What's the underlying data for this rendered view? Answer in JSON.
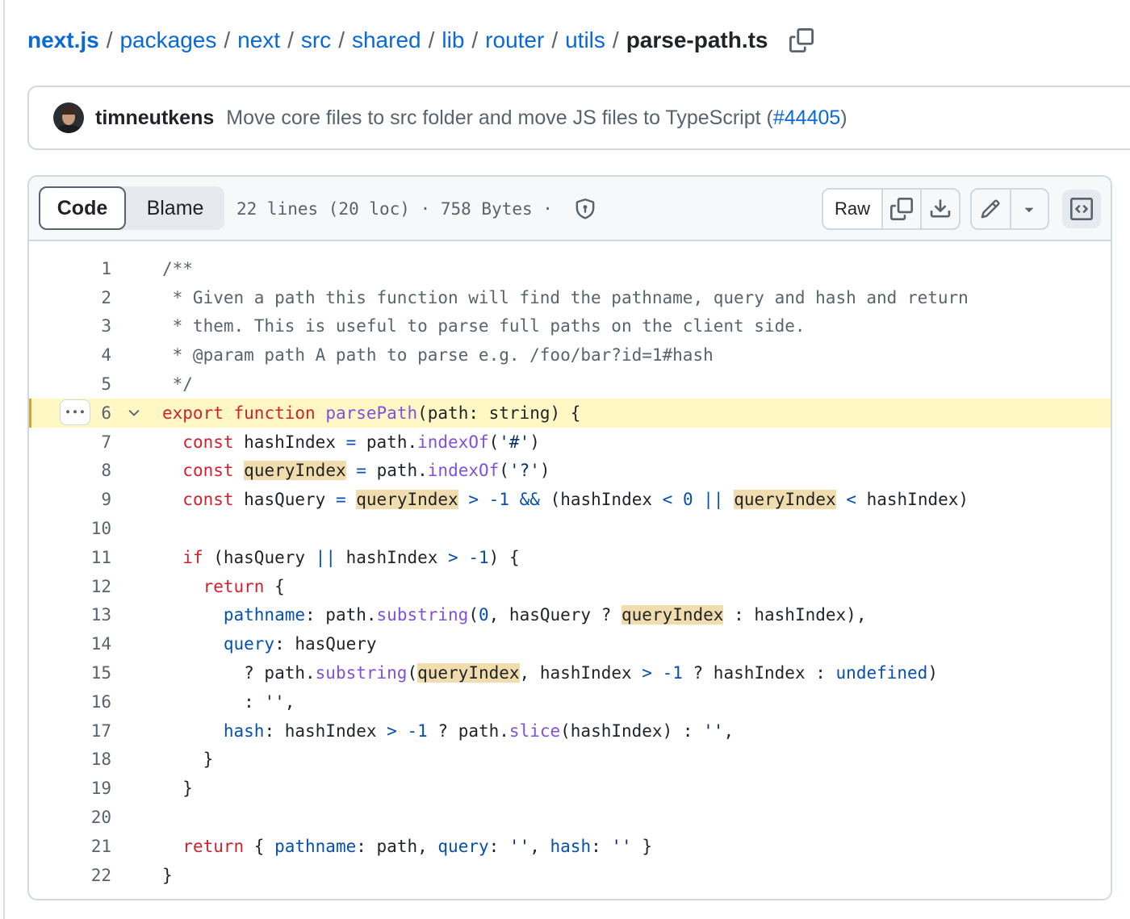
{
  "breadcrumb": {
    "parts": [
      "next.js",
      "packages",
      "next",
      "src",
      "shared",
      "lib",
      "router",
      "utils"
    ],
    "current": "parse-path.ts",
    "separator": "/"
  },
  "commit": {
    "author": "timneutkens",
    "message_prefix": "Move core files to src folder and move JS files to TypeScript (",
    "pr": "#44405",
    "message_suffix": ")"
  },
  "file": {
    "tabs": {
      "code": "Code",
      "blame": "Blame"
    },
    "info": "22 lines (20 loc) · 758 Bytes · ",
    "raw_label": "Raw",
    "highlighted_line": 6
  },
  "icons": [
    "copy-icon",
    "shield-icon",
    "download-icon",
    "pencil-icon",
    "triangle-down-icon",
    "code-square-icon",
    "kebab-horizontal-icon",
    "chevron-down-icon"
  ],
  "colors": {
    "link": "#0969da",
    "keyword": "#cf222e",
    "function": "#8250df",
    "constant": "#0550ae",
    "highlight_line_bg": "#fff8c5",
    "match_bg": "#f0dcad"
  },
  "code": [
    [
      [
        "/**",
        "c"
      ]
    ],
    [
      [
        " * Given a path this function will find the pathname, query and hash and return",
        "c"
      ]
    ],
    [
      [
        " * them. This is useful to parse full paths on the client side.",
        "c"
      ]
    ],
    [
      [
        " * @param path A path to parse e.g. /foo/bar?id=1#hash",
        "c"
      ]
    ],
    [
      [
        " */",
        "c"
      ]
    ],
    [
      [
        "export",
        "k"
      ],
      [
        " ",
        ""
      ],
      [
        "function",
        "k"
      ],
      [
        " ",
        ""
      ],
      [
        "parsePath",
        "f"
      ],
      [
        "(path: string) {",
        ""
      ]
    ],
    [
      [
        "  ",
        ""
      ],
      [
        "const",
        "k"
      ],
      [
        " hashIndex ",
        ""
      ],
      [
        "=",
        "b"
      ],
      [
        " path.",
        ""
      ],
      [
        "indexOf",
        "f"
      ],
      [
        "(",
        ""
      ],
      [
        "'#'",
        "s"
      ],
      [
        ")",
        ""
      ]
    ],
    [
      [
        "  ",
        ""
      ],
      [
        "const",
        "k"
      ],
      [
        " ",
        ""
      ],
      [
        "queryIndex",
        "m"
      ],
      [
        " ",
        ""
      ],
      [
        "=",
        "b"
      ],
      [
        " path.",
        ""
      ],
      [
        "indexOf",
        "f"
      ],
      [
        "(",
        ""
      ],
      [
        "'?'",
        "s"
      ],
      [
        ")",
        ""
      ]
    ],
    [
      [
        "  ",
        ""
      ],
      [
        "const",
        "k"
      ],
      [
        " hasQuery ",
        ""
      ],
      [
        "=",
        "b"
      ],
      [
        " ",
        ""
      ],
      [
        "queryIndex",
        "m"
      ],
      [
        " ",
        ""
      ],
      [
        ">",
        "b"
      ],
      [
        " ",
        ""
      ],
      [
        "-1",
        "b"
      ],
      [
        " ",
        ""
      ],
      [
        "&&",
        "b"
      ],
      [
        " (hashIndex ",
        ""
      ],
      [
        "<",
        "b"
      ],
      [
        " ",
        ""
      ],
      [
        "0",
        "b"
      ],
      [
        " ",
        ""
      ],
      [
        "||",
        "b"
      ],
      [
        " ",
        ""
      ],
      [
        "queryIndex",
        "m"
      ],
      [
        " ",
        ""
      ],
      [
        "<",
        "b"
      ],
      [
        " hashIndex)",
        ""
      ]
    ],
    [],
    [
      [
        "  ",
        ""
      ],
      [
        "if",
        "k"
      ],
      [
        " (hasQuery ",
        ""
      ],
      [
        "||",
        "b"
      ],
      [
        " hashIndex ",
        ""
      ],
      [
        ">",
        "b"
      ],
      [
        " ",
        ""
      ],
      [
        "-1",
        "b"
      ],
      [
        ") {",
        ""
      ]
    ],
    [
      [
        "    ",
        ""
      ],
      [
        "return",
        "k"
      ],
      [
        " {",
        ""
      ]
    ],
    [
      [
        "      ",
        ""
      ],
      [
        "pathname",
        "b"
      ],
      [
        ": path.",
        ""
      ],
      [
        "substring",
        "f"
      ],
      [
        "(",
        ""
      ],
      [
        "0",
        "b"
      ],
      [
        ", hasQuery ? ",
        ""
      ],
      [
        "queryIndex",
        "m"
      ],
      [
        " : hashIndex),",
        ""
      ]
    ],
    [
      [
        "      ",
        ""
      ],
      [
        "query",
        "b"
      ],
      [
        ": hasQuery",
        ""
      ]
    ],
    [
      [
        "        ? path.",
        ""
      ],
      [
        "substring",
        "f"
      ],
      [
        "(",
        ""
      ],
      [
        "queryIndex",
        "m"
      ],
      [
        ", hashIndex ",
        ""
      ],
      [
        ">",
        "b"
      ],
      [
        " ",
        ""
      ],
      [
        "-1",
        "b"
      ],
      [
        " ? hashIndex : ",
        ""
      ],
      [
        "undefined",
        "b"
      ],
      [
        ")",
        ""
      ]
    ],
    [
      [
        "        : ",
        ""
      ],
      [
        "''",
        "s"
      ],
      [
        ",",
        ""
      ]
    ],
    [
      [
        "      ",
        ""
      ],
      [
        "hash",
        "b"
      ],
      [
        ": hashIndex ",
        ""
      ],
      [
        ">",
        "b"
      ],
      [
        " ",
        ""
      ],
      [
        "-1",
        "b"
      ],
      [
        " ? path.",
        ""
      ],
      [
        "slice",
        "f"
      ],
      [
        "(hashIndex) : ",
        ""
      ],
      [
        "''",
        "s"
      ],
      [
        ",",
        ""
      ]
    ],
    [
      [
        "    }",
        ""
      ]
    ],
    [
      [
        "  }",
        ""
      ]
    ],
    [],
    [
      [
        "  ",
        ""
      ],
      [
        "return",
        "k"
      ],
      [
        " { ",
        ""
      ],
      [
        "pathname",
        "b"
      ],
      [
        ": path, ",
        ""
      ],
      [
        "query",
        "b"
      ],
      [
        ": ",
        ""
      ],
      [
        "''",
        "s"
      ],
      [
        ", ",
        ""
      ],
      [
        "hash",
        "b"
      ],
      [
        ": ",
        ""
      ],
      [
        "''",
        "s"
      ],
      [
        " }",
        ""
      ]
    ],
    [
      [
        "}",
        ""
      ]
    ]
  ]
}
